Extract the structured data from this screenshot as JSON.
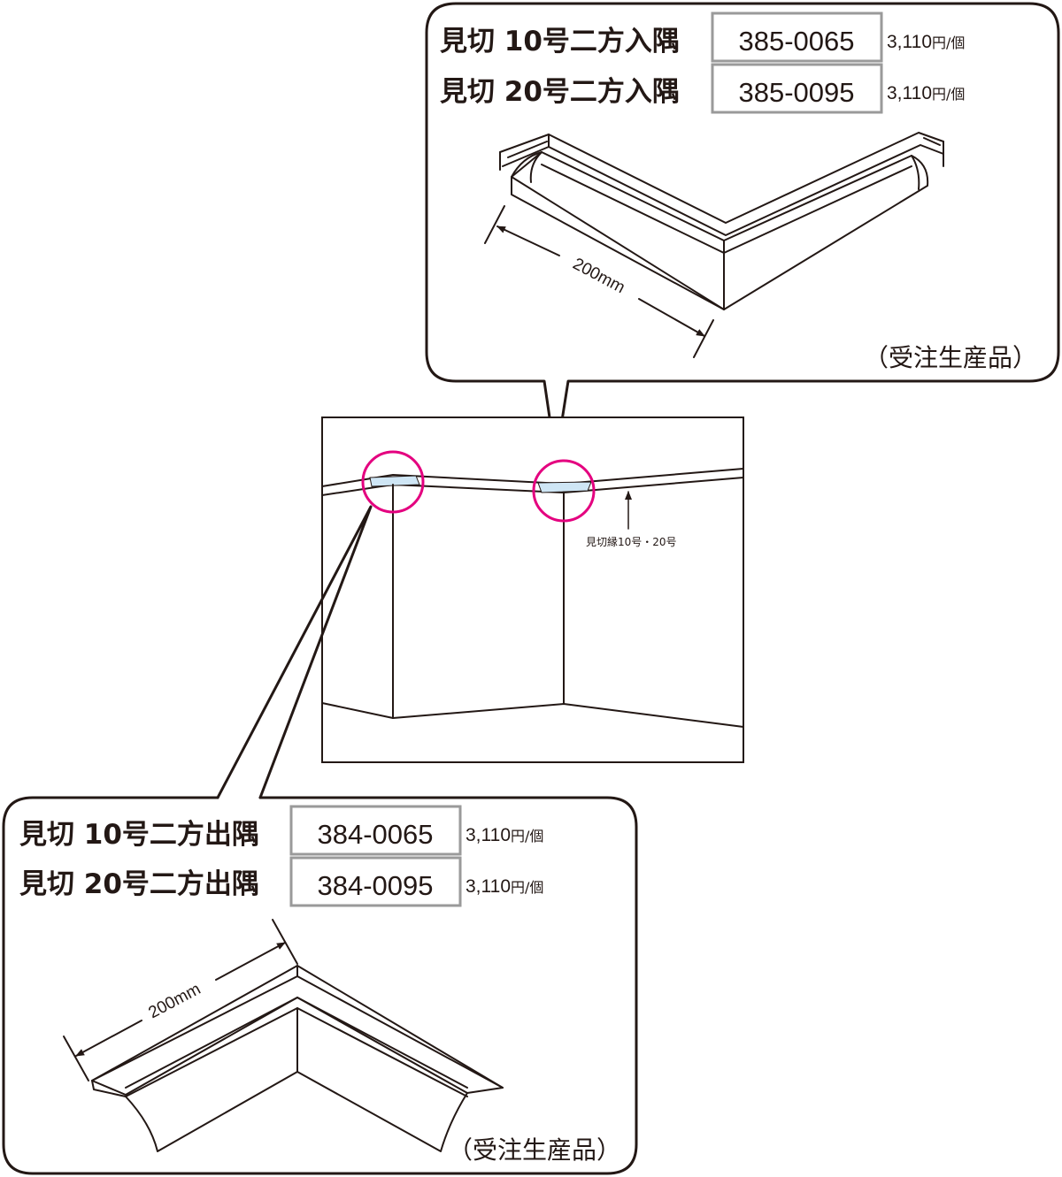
{
  "top_callout": {
    "items": [
      {
        "name": "見切 10号二方入隅",
        "code": "385-0065",
        "price": "3,110",
        "unit": "円/個"
      },
      {
        "name": "見切 20号二方入隅",
        "code": "385-0095",
        "price": "3,110",
        "unit": "円/個"
      }
    ],
    "dimension": "200mm",
    "order_note": "（受注生産品）"
  },
  "bottom_callout": {
    "items": [
      {
        "name": "見切 10号二方出隅",
        "code": "384-0065",
        "price": "3,110",
        "unit": "円/個"
      },
      {
        "name": "見切 20号二方出隅",
        "code": "384-0095",
        "price": "3,110",
        "unit": "円/個"
      }
    ],
    "dimension": "200mm",
    "order_note": "（受注生産品）"
  },
  "center": {
    "trim_label": "見切縁10号・20号"
  },
  "colors": {
    "line": "#231815",
    "highlight_circle": "#e4007f",
    "trim_fill": "#cfe6f5",
    "code_border": "#9a9a9a"
  }
}
